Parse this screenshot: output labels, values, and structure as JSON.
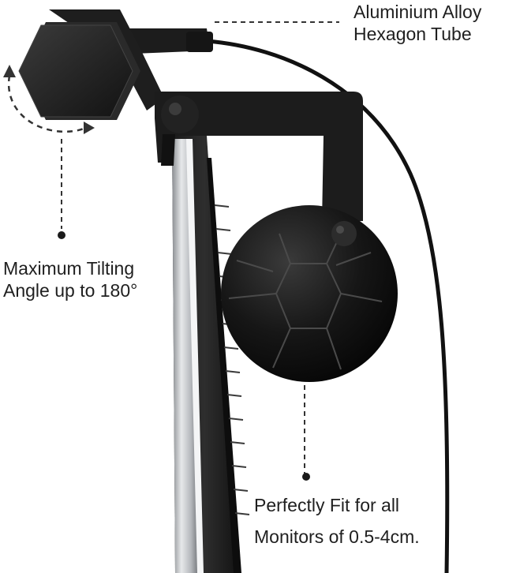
{
  "labels": {
    "tube": {
      "line1": "Aluminium Alloy",
      "line2": "Hexagon Tube"
    },
    "tilt": {
      "line1": "Maximum Tilting",
      "line2": "Angle up to 180°"
    },
    "fit": {
      "line1": "Perfectly Fit for all",
      "line2": "Monitors of 0.5-4cm."
    }
  },
  "colors": {
    "background": "#ffffff",
    "text": "#1f1f1f",
    "mount": "#1c1c1c",
    "cable": "#111111",
    "monitor_bezel": "#c9ccd0",
    "guide_line": "#333333"
  },
  "icons": [
    "hexagon-tube-icon",
    "rotate-arrow-icon",
    "camera-ball-icon",
    "monitor-edge-icon"
  ]
}
